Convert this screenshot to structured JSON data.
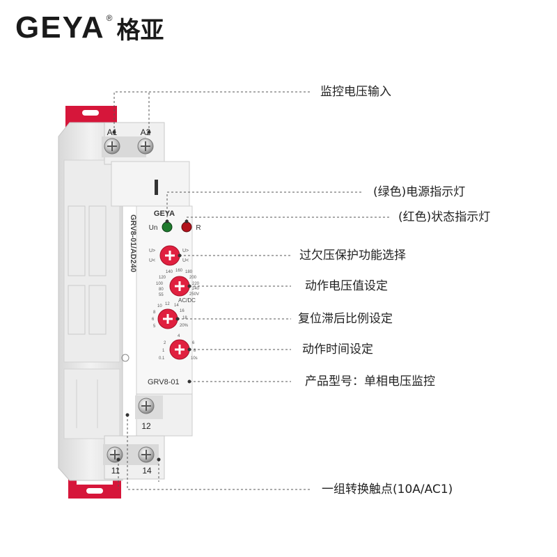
{
  "brand": {
    "logo_latin": "GEYA",
    "logo_reg": "®",
    "logo_cn": "格亚"
  },
  "device": {
    "front_brand": "GEYA",
    "model_vertical": "GRV8-01/AD240",
    "model_bottom": "GRV8-01",
    "led_un_label": "Un",
    "led_r_label": "R",
    "terminal_a1": "A1",
    "terminal_a2": "A2",
    "terminal_12": "12",
    "terminal_11": "11",
    "terminal_14": "14",
    "dial1_labels": [
      "U>",
      "U<",
      "U>",
      "U<"
    ],
    "dial2_labels": [
      "140",
      "160",
      "180",
      "120",
      "200",
      "100",
      "220",
      "80",
      "240",
      "55",
      "250V"
    ],
    "dial2_unit": "AC/DC",
    "dial3_labels": [
      "10",
      "12",
      "14",
      "8",
      "16",
      "6",
      "18",
      "5",
      "20%"
    ],
    "dial4_labels": [
      "4",
      "2",
      "6",
      "1",
      "8",
      "0.1",
      "10s"
    ],
    "colors": {
      "housing": "#eaeaea",
      "faceplate": "#f6f6f6",
      "clip": "#d6163a",
      "knob": "#e0203f",
      "led_green": "#1f7a2e",
      "led_red": "#b2121c"
    }
  },
  "callouts": [
    {
      "text": "监控电压输入"
    },
    {
      "text": "(绿色)电源指示灯"
    },
    {
      "text": "(红色)状态指示灯"
    },
    {
      "text": "过欠压保护功能选择"
    },
    {
      "text": "动作电压值设定"
    },
    {
      "text": "复位滞后比例设定"
    },
    {
      "text": "动作时间设定"
    },
    {
      "text": "产品型号：单相电压监控"
    },
    {
      "text": "一组转换触点(10A/AC1)"
    }
  ]
}
